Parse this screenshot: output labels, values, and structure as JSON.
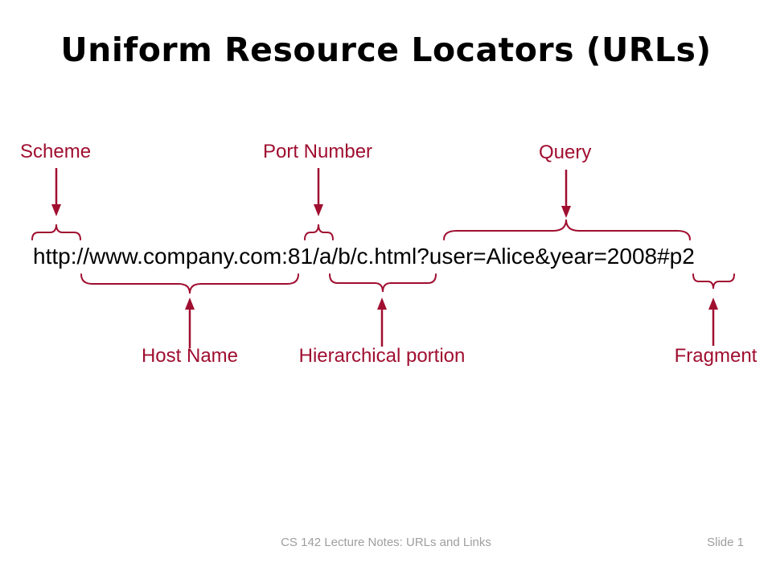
{
  "colors": {
    "accent": "#A00E30",
    "title": "#000000",
    "url_text": "#000000",
    "footer": "#9E9E9E",
    "background": "#FFFFFF"
  },
  "slide": {
    "title": "Uniform Resource Locators (URLs)",
    "url": "http://www.company.com:81/a/b/c.html?user=Alice&year=2008#p2",
    "labels": {
      "scheme": "Scheme",
      "port": "Port Number",
      "query": "Query",
      "host": "Host Name",
      "hierarchical": "Hierarchical portion",
      "fragment": "Fragment"
    },
    "footer": {
      "left": "CS 142 Lecture Notes: URLs and Links",
      "right": "Slide 1"
    }
  }
}
